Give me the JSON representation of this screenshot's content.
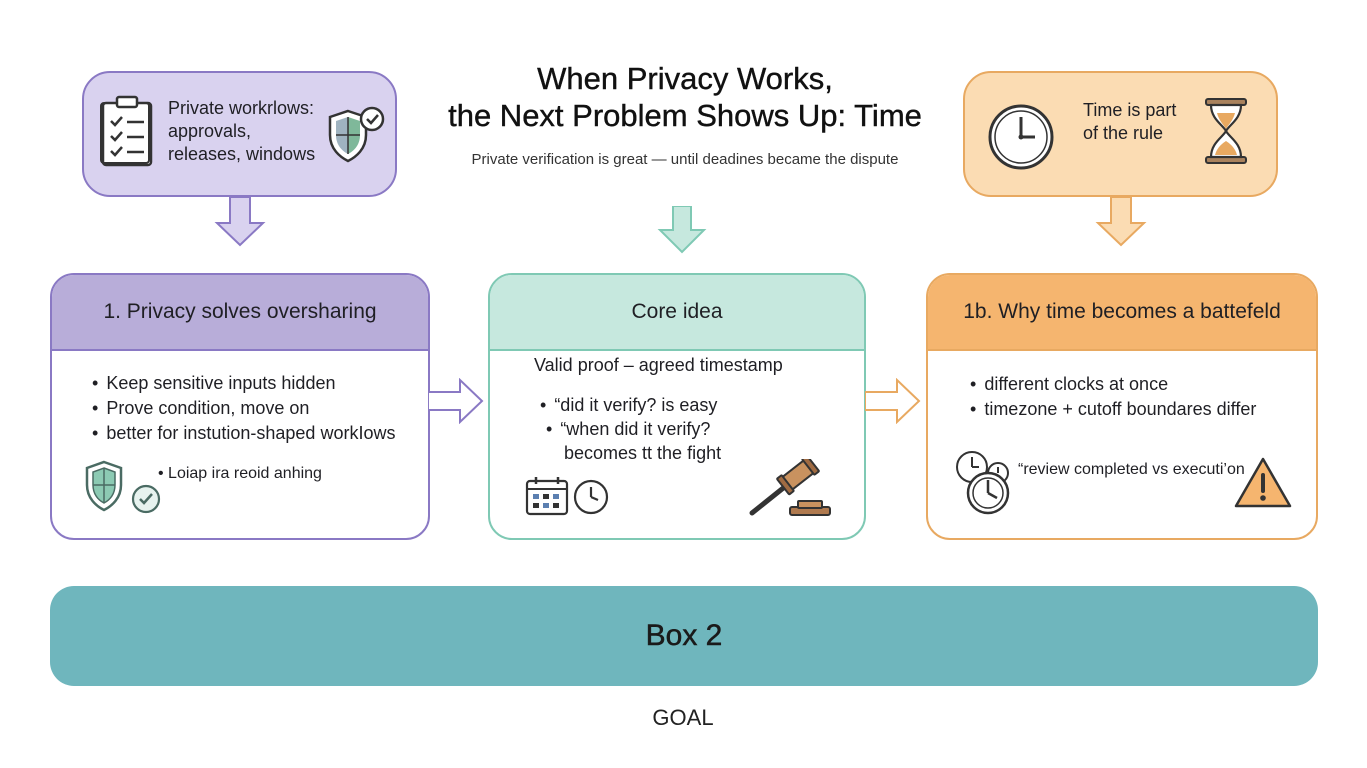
{
  "title": {
    "line1": "When Privacy Works,",
    "line2": "the Next Problem Shows Up: Time",
    "subtitle": "Private verification is great — until deadines became the dispute"
  },
  "callouts": {
    "left": {
      "lines": [
        "Private workrlows:",
        "approvals,",
        "releases, windows"
      ],
      "icons": [
        "checklist-icon",
        "shield-check-icon"
      ]
    },
    "right": {
      "lines": [
        "Time is part",
        "of the rule"
      ],
      "icons": [
        "clock-icon",
        "hourglass-icon"
      ]
    }
  },
  "cards": [
    {
      "header": "1. Privacy solves oversharing",
      "bullets": [
        "Keep sensitive inputs hidden",
        "Prove condition, move on",
        "better for instution-shaped workIows"
      ],
      "footnote": "Loiap ira reoid anhing",
      "icons": [
        "shield-icon",
        "check-circle-icon"
      ]
    },
    {
      "header": "Core idea",
      "lead": "Valid proof – agreed timestamp",
      "bullets": [
        "“did it verify? is easy",
        "“when did it verify?"
      ],
      "continuation": "becomes tt the fight",
      "icons": [
        "calendar-icon",
        "clock-icon",
        "gavel-icon"
      ]
    },
    {
      "header": "1b. Why time becomes a battefeld",
      "bullets": [
        "different clocks at once",
        "timezone + cutoff boundares differ"
      ],
      "footnote": "“review completed vs executi’on",
      "icons": [
        "clocks-icon",
        "warning-icon"
      ]
    }
  ],
  "goal": {
    "bar_label": "Box 2",
    "label": "GOAL"
  },
  "colors": {
    "purple": "#b8add9",
    "purple_light": "#d9d2ef",
    "purple_border": "#8a79c4",
    "teal": "#c6e8de",
    "teal_border": "#7fc9b4",
    "orange": "#f5b56f",
    "orange_light": "#fbdcb3",
    "orange_border": "#e8a961",
    "goal_bar": "#6fb6bd"
  }
}
